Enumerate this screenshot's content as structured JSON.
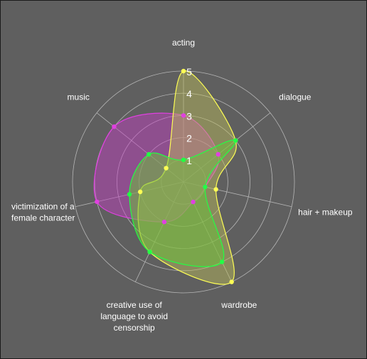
{
  "chart_data": {
    "type": "radar",
    "axes": [
      [
        "acting"
      ],
      [
        "dialogue"
      ],
      [
        "hair + makeup"
      ],
      [
        "wardrobe"
      ],
      [
        "creative use of",
        "language to avoid",
        "censorship"
      ],
      [
        "victimization of a",
        "female character"
      ],
      [
        "music"
      ]
    ],
    "rlim": [
      0,
      5
    ],
    "ticks": [
      "1",
      "2",
      "3",
      "4",
      "5"
    ],
    "series": [
      {
        "color": "#e040e0",
        "fill": "rgba(200, 60, 200, 0.45)",
        "values": [
          3,
          2,
          1,
          1,
          2,
          4,
          4
        ]
      },
      {
        "color": "#ffff55",
        "fill": "rgba(190, 190, 90, 0.45)",
        "values": [
          5,
          3,
          1.5,
          5,
          3.5,
          2,
          1
        ]
      },
      {
        "color": "#22ff44",
        "fill": "rgba(110, 190, 60, 0.55)",
        "values": [
          1,
          3,
          1,
          4,
          3.5,
          2.5,
          2
        ]
      }
    ]
  }
}
